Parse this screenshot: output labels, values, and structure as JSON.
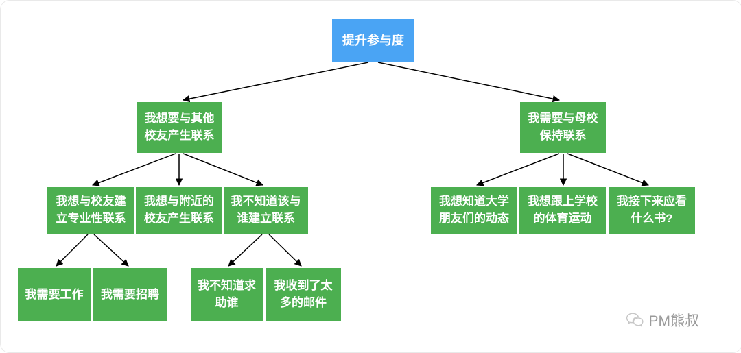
{
  "nodes": {
    "root": "提升参与度",
    "other_alumni": "我想要与其他校友产生联系",
    "alma_mater": "我需要与母校保持联系",
    "professional": "我想与校友建立专业性联系",
    "nearby": "我想与附近的校友产生联系",
    "unknown_who": "我不知道该与谁建立联系",
    "friends_news": "我想知道大学朋友们的动态",
    "sports": "我想跟上学校的体育运动",
    "books": "我接下来应看什么书?",
    "need_job": "我需要工作",
    "need_hire": "我需要招聘",
    "who_to_ask": "我不知道求助谁",
    "too_many_emails": "我收到了太多的邮件"
  },
  "watermark": {
    "label": "PM熊叔"
  },
  "colors": {
    "root_node": "#4aa4f4",
    "child_node": "#4caf50",
    "edge": "#000000",
    "watermark_text": "#9b9b9b"
  }
}
